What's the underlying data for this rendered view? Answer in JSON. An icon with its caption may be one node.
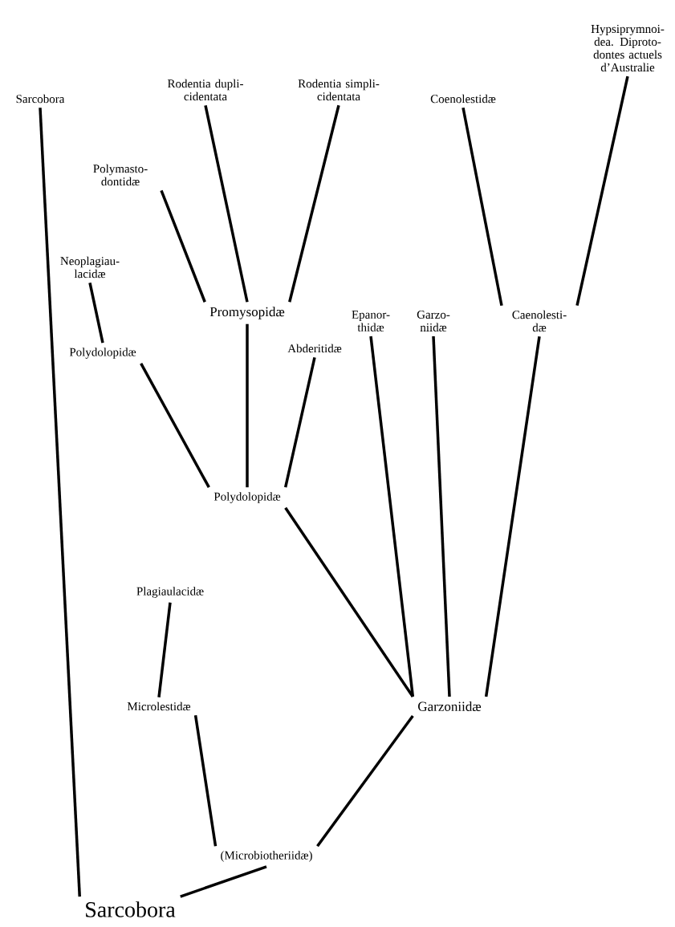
{
  "diagram": {
    "nodes": [
      {
        "text": [
          "Sarcobora"
        ]
      },
      {
        "text": [
          "Rodentia dupli- cidentata"
        ]
      },
      {
        "text": [
          "Rodentia simpli- cidentata"
        ]
      },
      {
        "text": [
          "Coenolestidæ"
        ]
      },
      {
        "text": [
          "Hypsiprymnoi- dea. Diproto- dontes actuels d’Australie"
        ]
      },
      {
        "text": [
          "Polymasto- dontidæ"
        ]
      },
      {
        "text": [
          "Neoplagiau- lacidæ"
        ]
      },
      {
        "text": [
          "Promysopidæ"
        ]
      },
      {
        "text": [
          "Epanor- thidæ"
        ]
      },
      {
        "text": [
          "Garzo- niidæ"
        ]
      },
      {
        "text": [
          "Caenolesti- dæ"
        ]
      },
      {
        "text": [
          "Polydolopidæ"
        ]
      },
      {
        "text": [
          "Abderitidæ"
        ]
      },
      {
        "text": [
          "Polydolopidæ"
        ]
      },
      {
        "text": [
          "Plagiaulacidæ"
        ]
      },
      {
        "text": [
          "Microlestidæ"
        ]
      },
      {
        "text": [
          "Garzoniidæ"
        ]
      },
      {
        "text": [
          "(Microbiotheriidæ)"
        ]
      },
      {
        "text": [
          "Sarcobora"
        ]
      }
    ],
    "edges": [
      {
        "from": 0,
        "to": 18,
        "arrow": "none"
      },
      {
        "from": 1,
        "to": 7,
        "arrow": "none"
      },
      {
        "from": 2,
        "to": 7,
        "arrow": "none"
      },
      {
        "from": 3,
        "to": 10,
        "arrow": "none"
      },
      {
        "from": 4,
        "to": 10,
        "arrow": "none"
      },
      {
        "from": 5,
        "to": 7,
        "arrow": "none"
      },
      {
        "from": 6,
        "to": 11,
        "arrow": "none"
      },
      {
        "from": 11,
        "to": 13,
        "arrow": "none"
      },
      {
        "from": 7,
        "to": 13,
        "arrow": "none"
      },
      {
        "from": 12,
        "to": 13,
        "arrow": "none"
      },
      {
        "from": 13,
        "to": 16,
        "arrow": "none"
      },
      {
        "from": 8,
        "to": 16,
        "arrow": "none"
      },
      {
        "from": 9,
        "to": 16,
        "arrow": "none"
      },
      {
        "from": 10,
        "to": 16,
        "arrow": "none"
      },
      {
        "from": 14,
        "to": 15,
        "arrow": "none"
      },
      {
        "from": 15,
        "to": 17,
        "arrow": "none"
      },
      {
        "from": 16,
        "to": 17,
        "arrow": "none"
      },
      {
        "from": 17,
        "to": 18,
        "arrow": "none"
      }
    ]
  }
}
